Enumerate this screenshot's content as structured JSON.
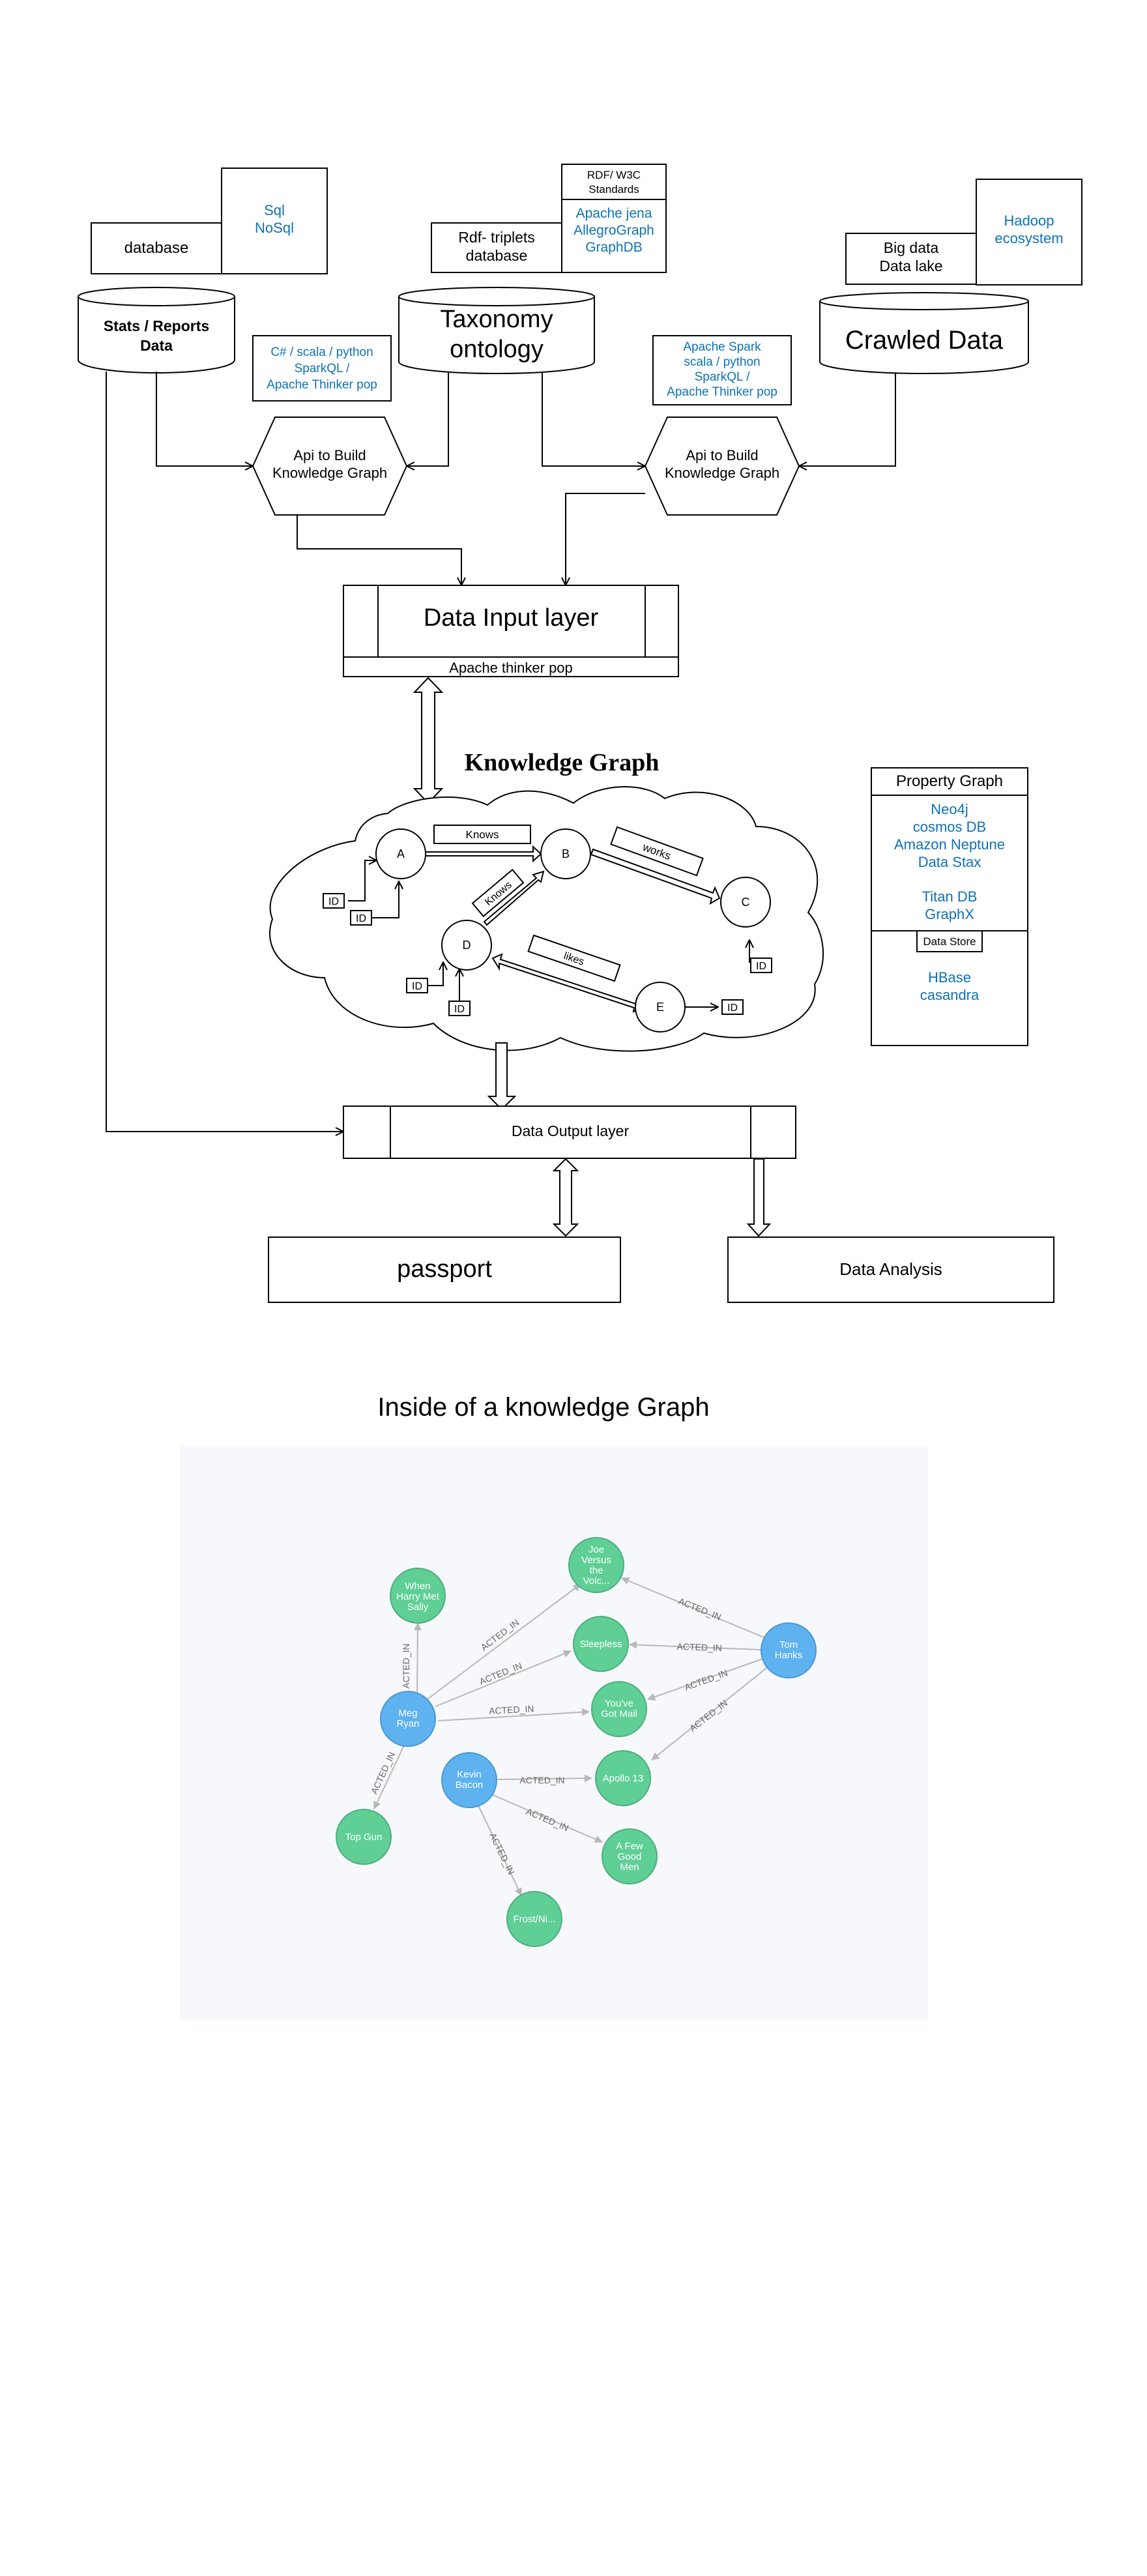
{
  "sources": {
    "stats": {
      "label": "Stats / Reports Data",
      "box": "database",
      "note": [
        "Sql",
        "NoSql"
      ]
    },
    "taxonomy": {
      "label": [
        "Taxonomy",
        "ontology"
      ],
      "box": [
        "Rdf- triplets",
        "database"
      ],
      "standards": [
        "RDF/ W3C",
        "Standards"
      ],
      "note": [
        "Apache jena",
        "AllegroGraph",
        "GraphDB"
      ]
    },
    "crawled": {
      "label": "Crawled Data",
      "box": [
        "Big data",
        "Data lake"
      ],
      "note": [
        "Hadoop",
        "ecosystem"
      ]
    }
  },
  "api_left": {
    "label": [
      "Api to Build",
      "Knowledge Graph"
    ],
    "tech": [
      "C# / scala  / python",
      "SparkQL /",
      "Apache Thinker pop"
    ]
  },
  "api_right": {
    "label": [
      "Api to Build",
      "Knowledge Graph"
    ],
    "tech": [
      "Apache Spark",
      "scala  / python",
      "SparkQL /",
      "Apache Thinker pop"
    ]
  },
  "input_layer": {
    "title": "Data Input layer",
    "sub": "Apache thinker pop"
  },
  "kg": {
    "title": "Knowledge Graph",
    "nodes": [
      "A",
      "B",
      "C",
      "D",
      "E"
    ],
    "edges": {
      "knows1": "Knows",
      "works": "works",
      "knows2": "Knows",
      "likes": "likes"
    },
    "id_label": "ID"
  },
  "property_graph": {
    "title": "Property Graph",
    "list": [
      "Neo4j",
      "cosmos DB",
      "Amazon Neptune",
      "Data Stax",
      "",
      "Titan DB",
      "GraphX"
    ],
    "store": "Data Store",
    "store_list": [
      "HBase",
      "casandra"
    ]
  },
  "output_layer": {
    "title": "Data Output layer"
  },
  "passport": "passport",
  "analysis": "Data Analysis",
  "inside_title": "Inside of a knowledge Graph",
  "colors": {
    "blue_text": "#0e72b5",
    "person_node": "#5eb2f0",
    "movie_node": "#5fcf96",
    "panel_bg": "#f7f8fb"
  },
  "graph": {
    "people": [
      [
        "Meg",
        "Ryan"
      ],
      [
        "Tom",
        "Hanks"
      ],
      [
        "Kevin",
        "Bacon"
      ]
    ],
    "movies": [
      [
        "When",
        "Harry Met",
        "Sally"
      ],
      [
        "Joe",
        "Versus",
        "the",
        "Volc..."
      ],
      [
        "Sleepless"
      ],
      [
        "You've",
        "Got Mail"
      ],
      [
        "Apollo 13"
      ],
      [
        "Top Gun"
      ],
      [
        "A Few",
        "Good",
        "Men"
      ],
      [
        "Frost/Ni..."
      ]
    ],
    "relation": "ACTED_IN"
  }
}
